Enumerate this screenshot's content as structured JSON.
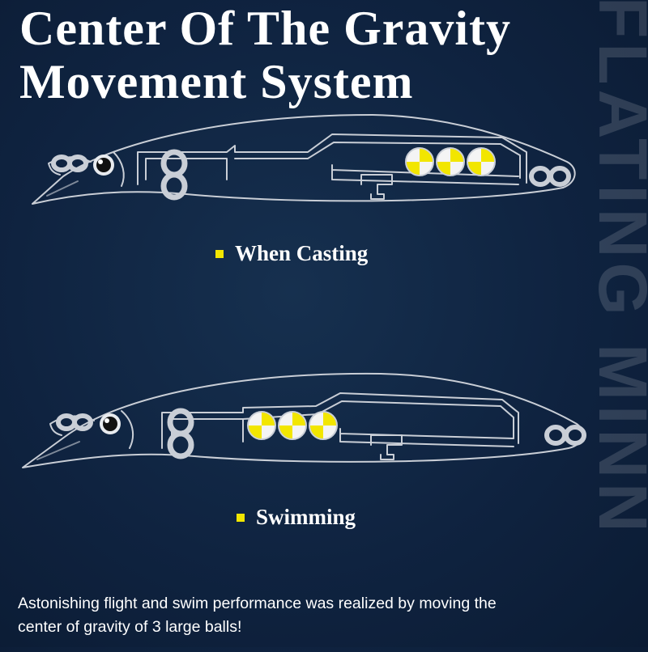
{
  "title": {
    "line1": "Center Of The Gravity",
    "line2": "Movement System"
  },
  "side_text": "FLATING MINN",
  "diagrams": {
    "casting": {
      "caption": "When Casting",
      "balls_position": "rear"
    },
    "swimming": {
      "caption": "Swimming",
      "balls_position": "center"
    }
  },
  "footer": {
    "line1": "Astonishing flight and swim performance was realized by moving the",
    "line2": "center of gravity of 3 large balls!"
  },
  "colors": {
    "background": "#0f2340",
    "outline": "#c9ced6",
    "ball_yellow": "#f2e600",
    "ball_white": "#f4f4f4",
    "bullet": "#f2e600",
    "side_text": "#ffffff"
  }
}
